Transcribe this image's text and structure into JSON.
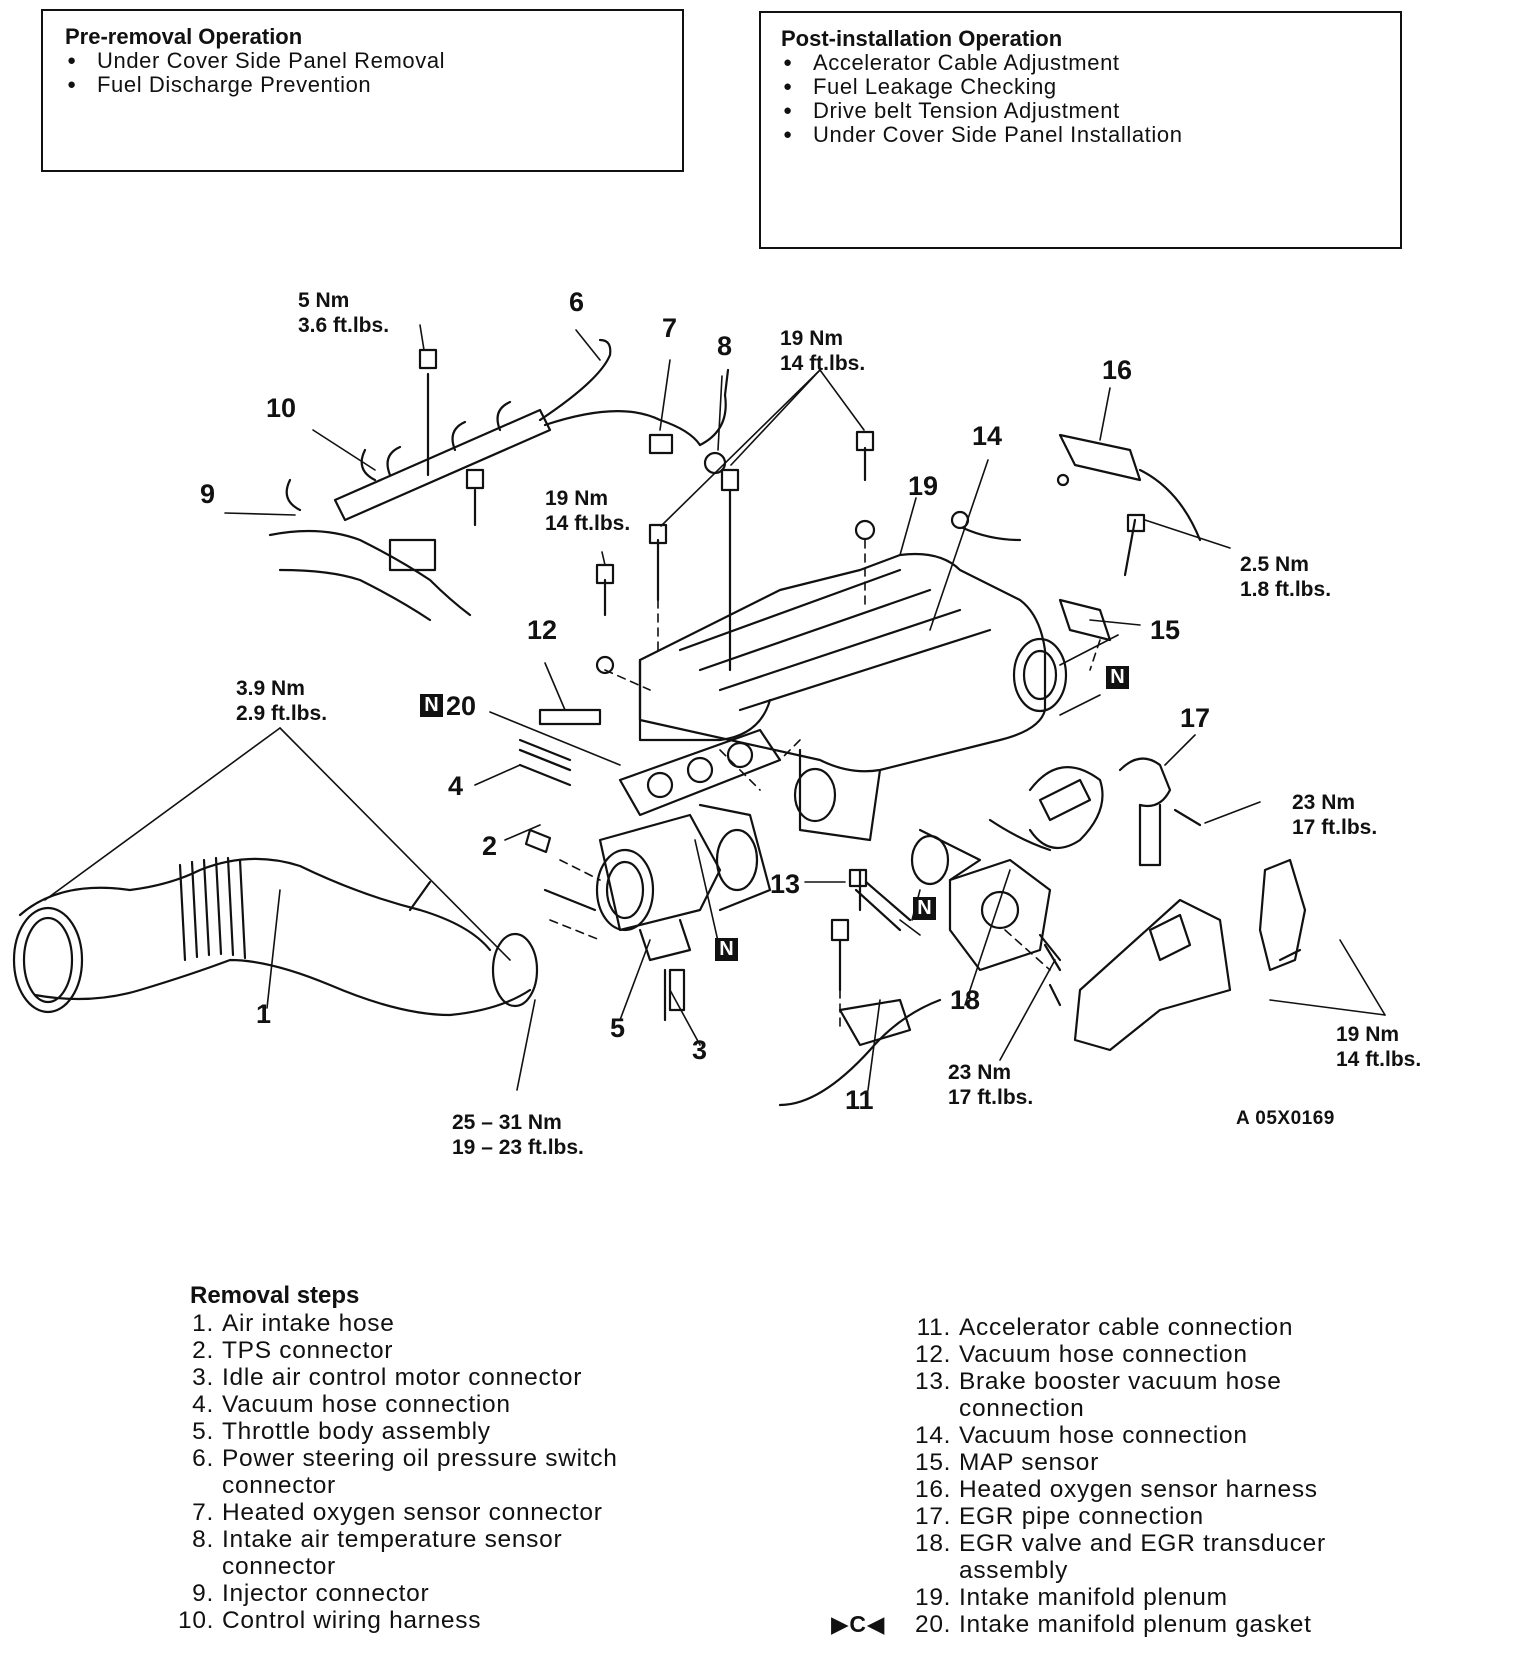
{
  "pre_removal": {
    "title": "Pre-removal Operation",
    "items": [
      "Under Cover Side Panel Removal",
      "Fuel Discharge Prevention"
    ]
  },
  "post_installation": {
    "title": "Post-installation Operation",
    "items": [
      "Accelerator Cable Adjustment",
      "Fuel Leakage Checking",
      "Drive belt Tension Adjustment",
      "Under Cover Side Panel Installation"
    ]
  },
  "diagram": {
    "reference": "A 05X0169",
    "n_mark": "N",
    "torques": {
      "t_5nm": [
        "5 Nm",
        "3.6 ft.lbs."
      ],
      "t_19nm_top": [
        "19 Nm",
        "14 ft.lbs."
      ],
      "t_19nm_mid": [
        "19 Nm",
        "14 ft.lbs."
      ],
      "t_2_5nm": [
        "2.5 Nm",
        "1.8 ft.lbs."
      ],
      "t_3_9nm": [
        "3.9 Nm",
        "2.9 ft.lbs."
      ],
      "t_23nm_right": [
        "23 Nm",
        "17 ft.lbs."
      ],
      "t_23nm_bottom": [
        "23 Nm",
        "17 ft.lbs."
      ],
      "t_19nm_right": [
        "19 Nm",
        "14 ft.lbs."
      ],
      "t_25nm": [
        "25 – 31 Nm",
        "19 – 23 ft.lbs."
      ]
    },
    "callouts": {
      "c1": "1",
      "c2": "2",
      "c3": "3",
      "c4": "4",
      "c5": "5",
      "c6": "6",
      "c7": "7",
      "c8": "8",
      "c9": "9",
      "c10": "10",
      "c11": "11",
      "c12": "12",
      "c13": "13",
      "c14": "14",
      "c15": "15",
      "c16": "16",
      "c17": "17",
      "c18": "18",
      "c19": "19",
      "c20": "20"
    }
  },
  "removal_steps": {
    "title": "Removal steps",
    "marker": "▶C◀",
    "left": [
      {
        "num": "1.",
        "text": "Air intake hose"
      },
      {
        "num": "2.",
        "text": "TPS connector"
      },
      {
        "num": "3.",
        "text": "Idle air control motor connector"
      },
      {
        "num": "4.",
        "text": "Vacuum hose connection"
      },
      {
        "num": "5.",
        "text": "Throttle body assembly"
      },
      {
        "num": "6.",
        "text": "Power steering oil pressure switch connector"
      },
      {
        "num": "7.",
        "text": "Heated oxygen sensor connector"
      },
      {
        "num": "8.",
        "text": "Intake air temperature sensor connector"
      },
      {
        "num": "9.",
        "text": "Injector connector"
      },
      {
        "num": "10.",
        "text": "Control wiring harness"
      }
    ],
    "right": [
      {
        "num": "11.",
        "text": "Accelerator cable connection"
      },
      {
        "num": "12.",
        "text": "Vacuum hose connection"
      },
      {
        "num": "13.",
        "text": "Brake booster vacuum hose connection"
      },
      {
        "num": "14.",
        "text": "Vacuum hose connection"
      },
      {
        "num": "15.",
        "text": "MAP sensor"
      },
      {
        "num": "16.",
        "text": "Heated oxygen sensor harness"
      },
      {
        "num": "17.",
        "text": "EGR pipe connection"
      },
      {
        "num": "18.",
        "text": "EGR valve and EGR transducer assembly"
      },
      {
        "num": "19.",
        "text": "Intake manifold plenum"
      },
      {
        "num": "20.",
        "text": "Intake manifold plenum gasket"
      }
    ]
  }
}
